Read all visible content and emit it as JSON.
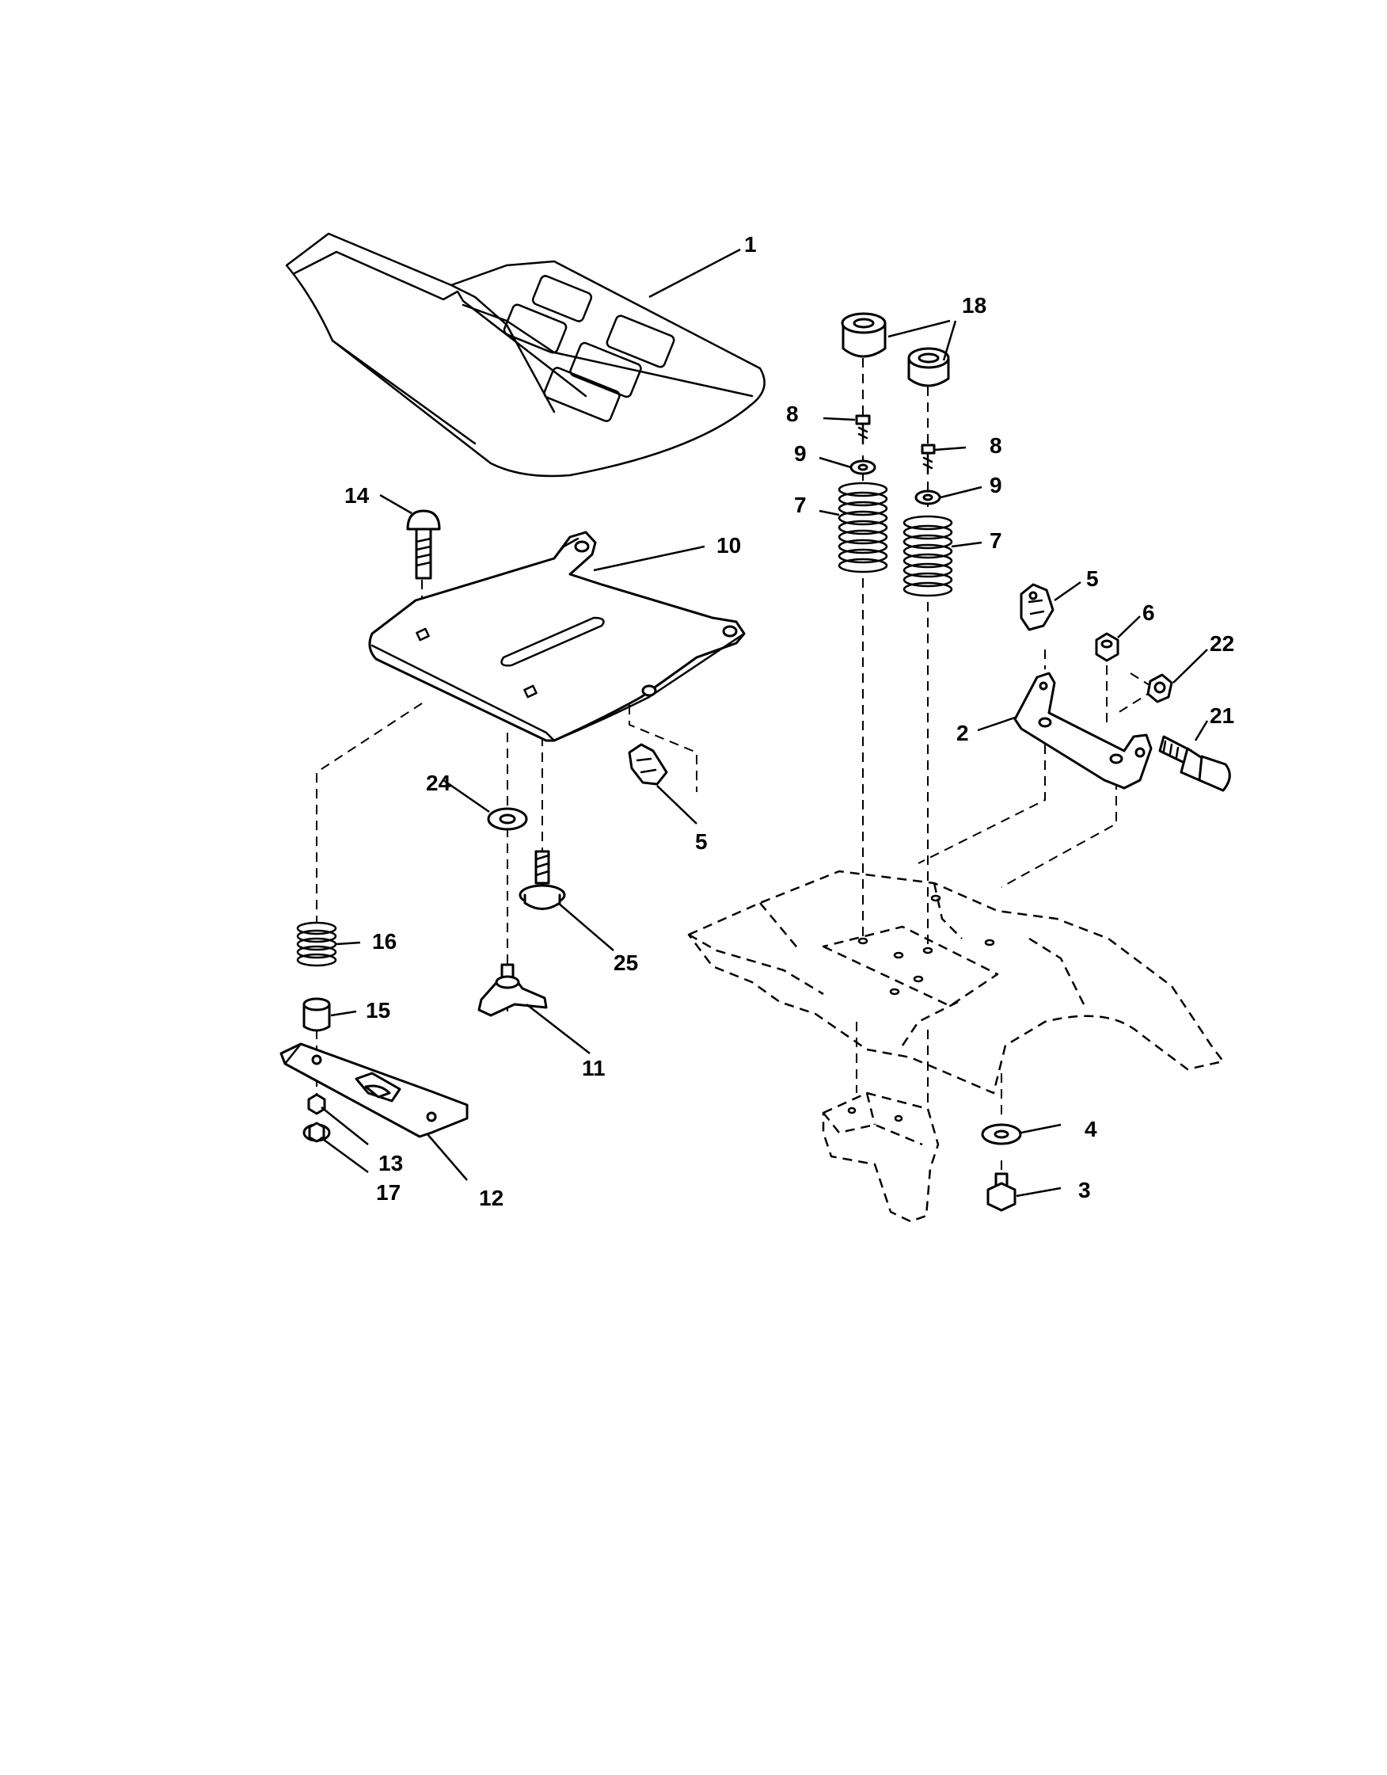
{
  "diagram": {
    "callouts": [
      "1",
      "18",
      "8",
      "8",
      "9",
      "9",
      "7",
      "7",
      "14",
      "10",
      "5",
      "6",
      "22",
      "2",
      "21",
      "24",
      "5",
      "16",
      "25",
      "15",
      "11",
      "13",
      "17",
      "12",
      "4",
      "3"
    ]
  }
}
